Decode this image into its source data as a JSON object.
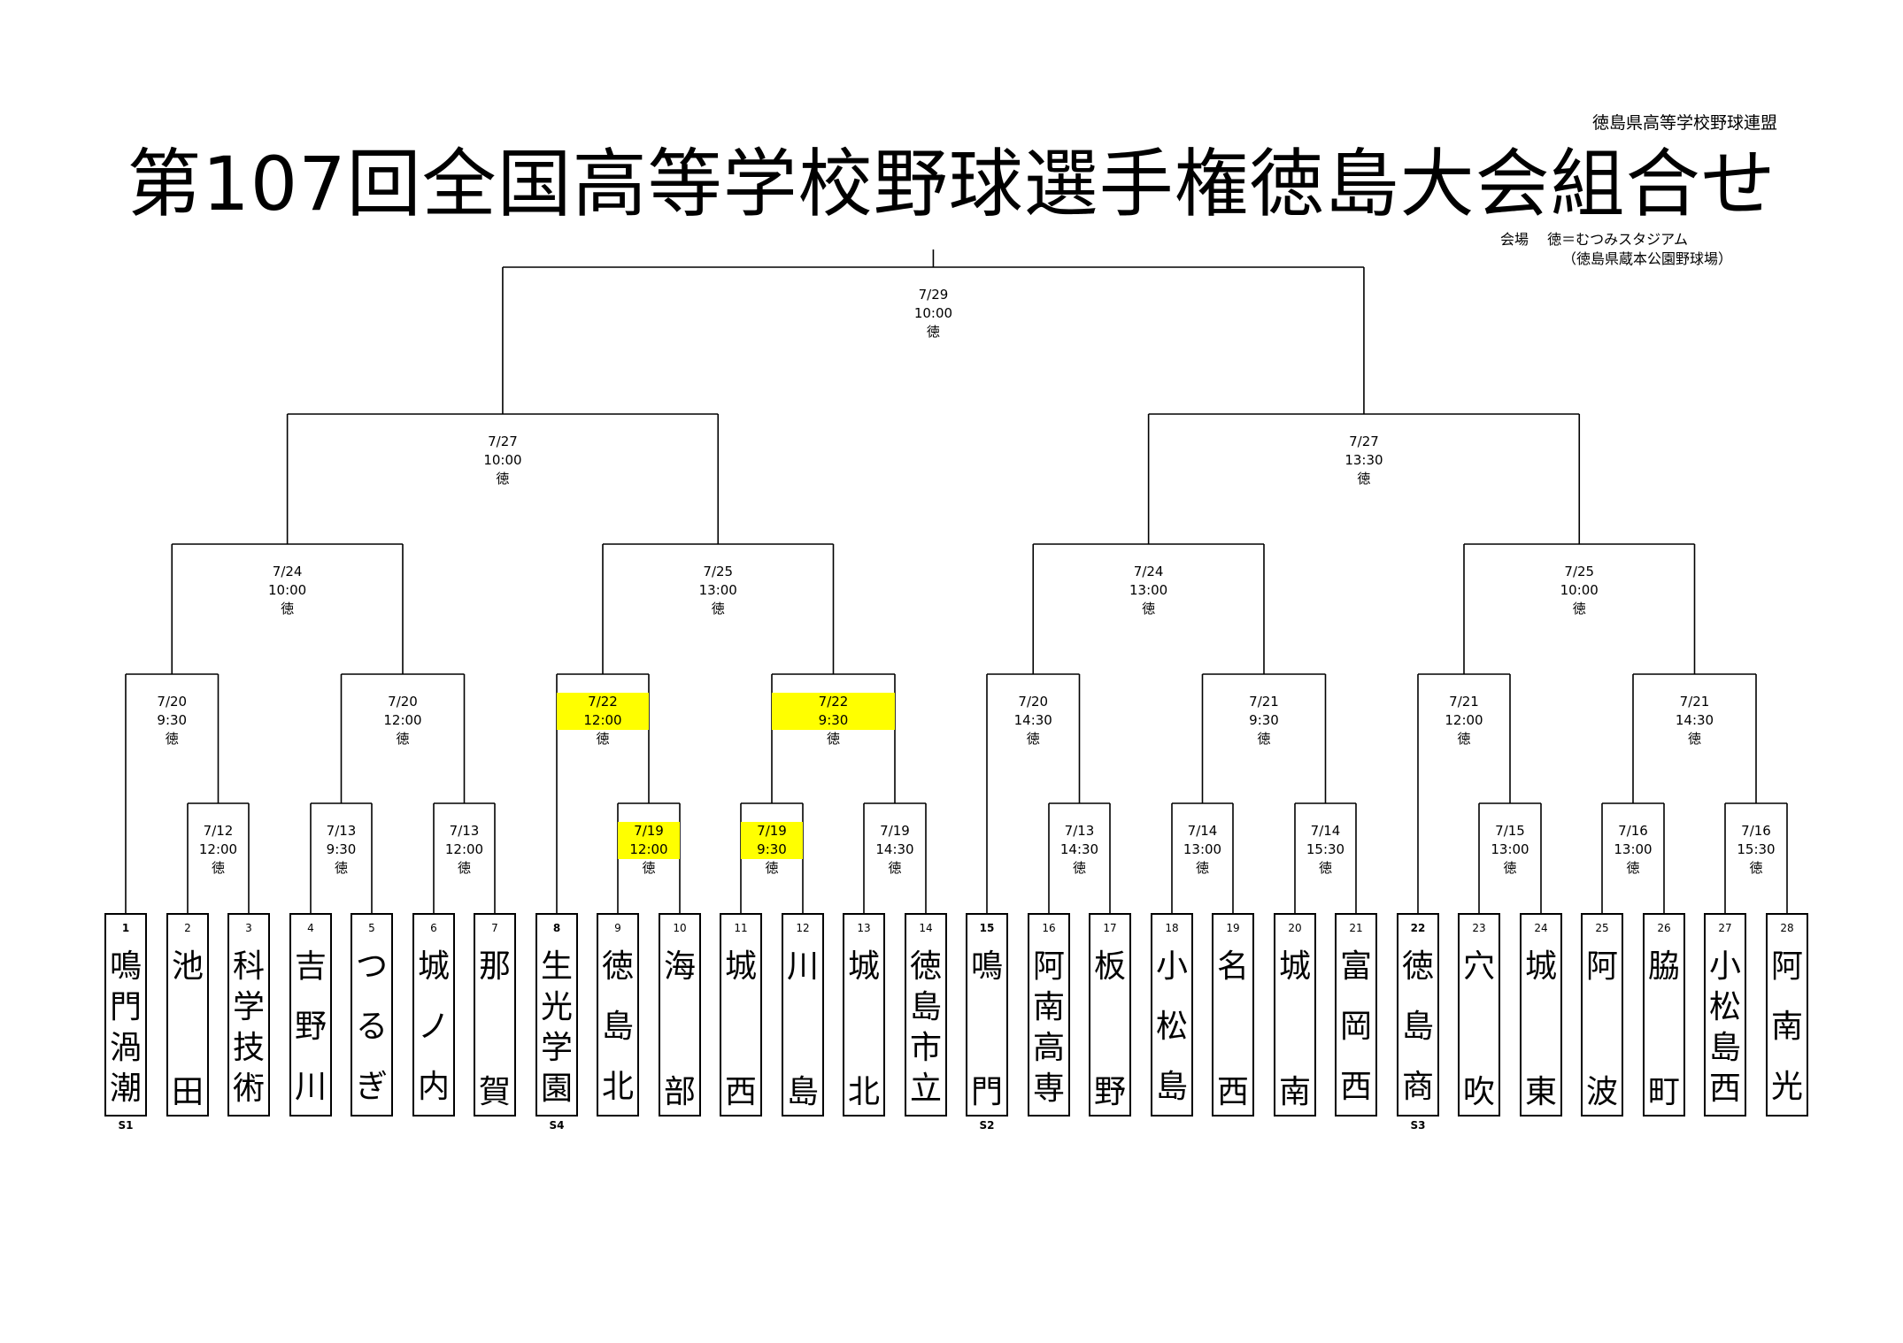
{
  "header": {
    "organization": "徳島県高等学校野球連盟",
    "title": "第107回全国高等学校野球選手権徳島大会組合せ",
    "venue_line1": "会場　 徳＝むつみスタジアム",
    "venue_line2": "（徳島県蔵本公園野球場）"
  },
  "colors": {
    "highlight": "#ffff00",
    "line": "#000000"
  },
  "teams": [
    {
      "num": "1",
      "name": "鳴門渦潮",
      "seed": "S1"
    },
    {
      "num": "2",
      "name": "池　田",
      "seed": ""
    },
    {
      "num": "3",
      "name": "科学技術",
      "seed": ""
    },
    {
      "num": "4",
      "name": "吉野川",
      "seed": ""
    },
    {
      "num": "5",
      "name": "つるぎ",
      "seed": ""
    },
    {
      "num": "6",
      "name": "城ノ内",
      "seed": ""
    },
    {
      "num": "7",
      "name": "那　賀",
      "seed": ""
    },
    {
      "num": "8",
      "name": "生光学園",
      "seed": "S4"
    },
    {
      "num": "9",
      "name": "徳島北",
      "seed": ""
    },
    {
      "num": "10",
      "name": "海　部",
      "seed": ""
    },
    {
      "num": "11",
      "name": "城　西",
      "seed": ""
    },
    {
      "num": "12",
      "name": "川　島",
      "seed": ""
    },
    {
      "num": "13",
      "name": "城　北",
      "seed": ""
    },
    {
      "num": "14",
      "name": "徳島市立",
      "seed": ""
    },
    {
      "num": "15",
      "name": "鳴　門",
      "seed": "S2"
    },
    {
      "num": "16",
      "name": "阿南高専",
      "seed": ""
    },
    {
      "num": "17",
      "name": "板　野",
      "seed": ""
    },
    {
      "num": "18",
      "name": "小松島",
      "seed": ""
    },
    {
      "num": "19",
      "name": "名　西",
      "seed": ""
    },
    {
      "num": "20",
      "name": "城　南",
      "seed": ""
    },
    {
      "num": "21",
      "name": "富岡西",
      "seed": ""
    },
    {
      "num": "22",
      "name": "徳島商",
      "seed": "S3"
    },
    {
      "num": "23",
      "name": "穴　吹",
      "seed": ""
    },
    {
      "num": "24",
      "name": "城　東",
      "seed": ""
    },
    {
      "num": "25",
      "name": "阿　波",
      "seed": ""
    },
    {
      "num": "26",
      "name": "脇　町",
      "seed": ""
    },
    {
      "num": "27",
      "name": "小松島西",
      "seed": ""
    },
    {
      "num": "28",
      "name": "阿南光",
      "seed": ""
    }
  ],
  "matches": [
    {
      "id": "r1a",
      "date": "7/12",
      "time": "12:00",
      "venue": "徳",
      "hl": false
    },
    {
      "id": "r1b",
      "date": "7/13",
      "time": "9:30",
      "venue": "徳",
      "hl": false
    },
    {
      "id": "r1c",
      "date": "7/13",
      "time": "12:00",
      "venue": "徳",
      "hl": false
    },
    {
      "id": "r1d",
      "date": "7/19",
      "time": "12:00",
      "venue": "徳",
      "hl": true
    },
    {
      "id": "r1e",
      "date": "7/19",
      "time": "9:30",
      "venue": "徳",
      "hl": true
    },
    {
      "id": "r1f",
      "date": "7/19",
      "time": "14:30",
      "venue": "徳",
      "hl": false
    },
    {
      "id": "r1g",
      "date": "7/13",
      "time": "14:30",
      "venue": "徳",
      "hl": false
    },
    {
      "id": "r1h",
      "date": "7/14",
      "time": "13:00",
      "venue": "徳",
      "hl": false
    },
    {
      "id": "r1i",
      "date": "7/14",
      "time": "15:30",
      "venue": "徳",
      "hl": false
    },
    {
      "id": "r1j",
      "date": "7/15",
      "time": "13:00",
      "venue": "徳",
      "hl": false
    },
    {
      "id": "r1k",
      "date": "7/16",
      "time": "13:00",
      "venue": "徳",
      "hl": false
    },
    {
      "id": "r1l",
      "date": "7/16",
      "time": "15:30",
      "venue": "徳",
      "hl": false
    },
    {
      "id": "r2a",
      "date": "7/20",
      "time": "9:30",
      "venue": "徳",
      "hl": false
    },
    {
      "id": "r2b",
      "date": "7/20",
      "time": "12:00",
      "venue": "徳",
      "hl": false
    },
    {
      "id": "r2c",
      "date": "7/22",
      "time": "12:00",
      "venue": "徳",
      "hl": true
    },
    {
      "id": "r2d",
      "date": "7/22",
      "time": "9:30",
      "venue": "徳",
      "hl": true
    },
    {
      "id": "r2e",
      "date": "7/20",
      "time": "14:30",
      "venue": "徳",
      "hl": false
    },
    {
      "id": "r2f",
      "date": "7/21",
      "time": "9:30",
      "venue": "徳",
      "hl": false
    },
    {
      "id": "r2g",
      "date": "7/21",
      "time": "12:00",
      "venue": "徳",
      "hl": false
    },
    {
      "id": "r2h",
      "date": "7/21",
      "time": "14:30",
      "venue": "徳",
      "hl": false
    },
    {
      "id": "r3a",
      "date": "7/24",
      "time": "10:00",
      "venue": "徳",
      "hl": false
    },
    {
      "id": "r3b",
      "date": "7/25",
      "time": "13:00",
      "venue": "徳",
      "hl": false
    },
    {
      "id": "r3c",
      "date": "7/24",
      "time": "13:00",
      "venue": "徳",
      "hl": false
    },
    {
      "id": "r3d",
      "date": "7/25",
      "time": "10:00",
      "venue": "徳",
      "hl": false
    },
    {
      "id": "sfa",
      "date": "7/27",
      "time": "10:00",
      "venue": "徳",
      "hl": false
    },
    {
      "id": "sfb",
      "date": "7/27",
      "time": "13:30",
      "venue": "徳",
      "hl": false
    },
    {
      "id": "final",
      "date": "7/29",
      "time": "10:00",
      "venue": "徳",
      "hl": false
    }
  ]
}
